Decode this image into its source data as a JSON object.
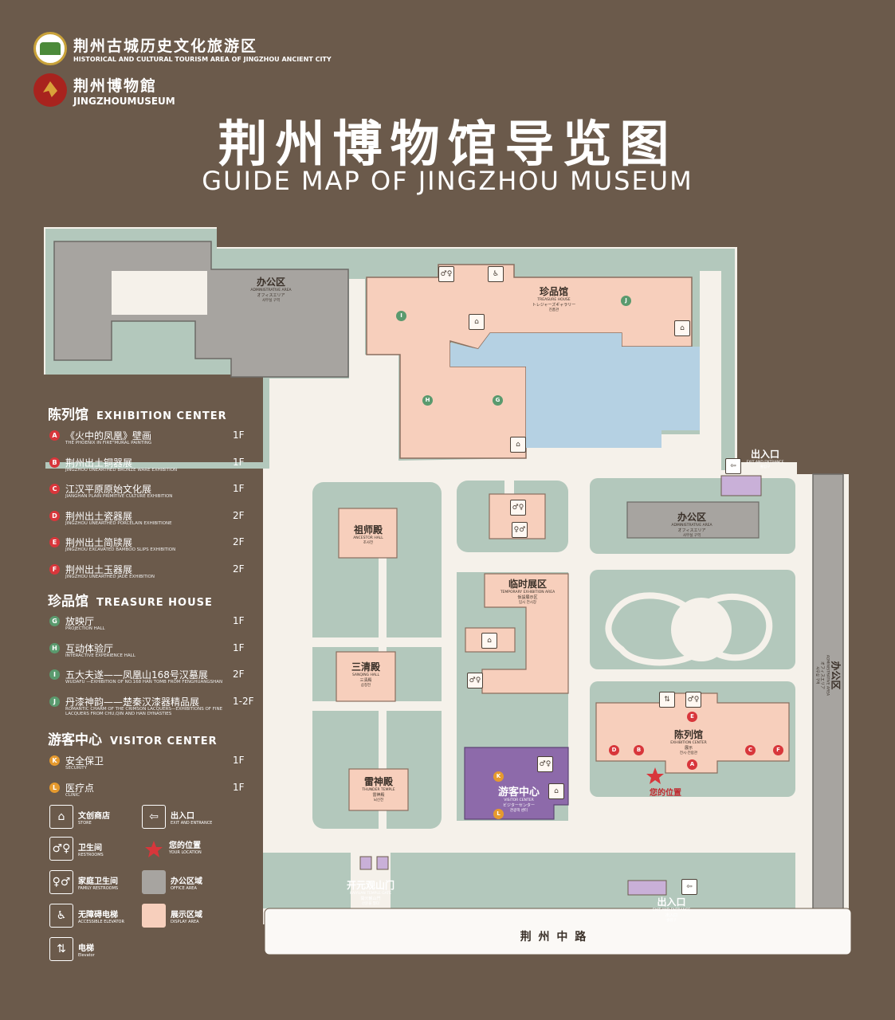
{
  "header": {
    "logo1": {
      "cn": "荆州古城历史文化旅游区",
      "en": "HISTORICAL AND CULTURAL TOURISM AREA OF JINGZHOU ANCIENT CITY"
    },
    "logo2": {
      "cn": "荆州博物館",
      "en": "JINGZHOUMUSEUM"
    },
    "title_cn": "荆州博物馆导览图",
    "title_en": "GUIDE MAP OF JINGZHOU MUSEUM"
  },
  "legend": {
    "exhibition": {
      "cn": "陈列馆",
      "en": "EXHIBITION CENTER",
      "items": [
        {
          "badge": "A",
          "cn": "《火中的凤凰》壁画",
          "en": "THE PHOENIX IN FIRE\"MURAL PAINTING",
          "floor": "1F"
        },
        {
          "badge": "B",
          "cn": "荆州出土铜器展",
          "en": "JINGZHOU UNEARTHED BRONZE WARE EXHIBITION",
          "floor": "1F"
        },
        {
          "badge": "C",
          "cn": "江汉平原原始文化展",
          "en": "JIANGHAN PLAIN PRIMITIVE CULTURE EXHIBITION",
          "floor": "1F"
        },
        {
          "badge": "D",
          "cn": "荆州出土瓷器展",
          "en": "JINGZHOU UNEARTHED PORCELAIN EXHIBITIONE",
          "floor": "2F"
        },
        {
          "badge": "E",
          "cn": "荆州出土简牍展",
          "en": "JINGZHOU EXCAVATED BAMBOO SLIPS EXHIBITION",
          "floor": "2F"
        },
        {
          "badge": "F",
          "cn": "荆州出土玉器展",
          "en": "JINGZHOU UNEARTHED JADE EXHIBITION",
          "floor": "2F"
        }
      ]
    },
    "treasure": {
      "cn": "珍品馆",
      "en": "TREASURE HOUSE",
      "items": [
        {
          "badge": "G",
          "cn": "放映厅",
          "en": "PROJECTION HALL",
          "floor": "1F"
        },
        {
          "badge": "H",
          "cn": "互动体验厅",
          "en": "INTERACTIVE EXPERIENCE HALL",
          "floor": "1F"
        },
        {
          "badge": "I",
          "cn": "五大夫遂——凤凰山168号汉墓展",
          "en": "WUDAFU —EXHIBITION OF NO.168 HAN TOMB FROM FENGHUANGSHAN",
          "floor": "2F"
        },
        {
          "badge": "J",
          "cn": "丹漆神韵——楚秦汉漆器精品展",
          "en": "ROMANTIC CHARM OF THE CRIMSON LACQUERS—EXHIBITIONS OF FINE LACQUERS FROM CHU,QIN AND HAN DYNASTIES",
          "floor": "1-2F"
        }
      ]
    },
    "visitor": {
      "cn": "游客中心",
      "en": "VISITOR CENTER",
      "items": [
        {
          "badge": "K",
          "cn": "安全保卫",
          "en": "SECURITY",
          "floor": "1F"
        },
        {
          "badge": "L",
          "cn": "医疗点",
          "en": "CLINIC",
          "floor": "1F"
        }
      ]
    },
    "keys": [
      {
        "cn": "文创商店",
        "en": "STORE"
      },
      {
        "cn": "出入口",
        "en": "EXIT AND ENTRANCE"
      },
      {
        "cn": "卫生间",
        "en": "RESTROOMS"
      },
      {
        "cn": "您的位置",
        "en": "YOUR LOCATION"
      },
      {
        "cn": "家庭卫生间",
        "en": "FAMILY RESTROOMS"
      },
      {
        "cn": "办公区域",
        "en": "OFFICE AREA"
      },
      {
        "cn": "无障碍电梯",
        "en": "ACCESSIBLE ELEVATOR"
      },
      {
        "cn": "展示区域",
        "en": "DISPLAY AREA"
      },
      {
        "cn": "电梯",
        "en": "Elevator"
      }
    ]
  },
  "map": {
    "office_nw": {
      "cn": "办公区",
      "en": "ADMINISTRATIVE AREA",
      "jp": "オフィスエリア",
      "kr": "사무실 구역"
    },
    "treasure_house": {
      "cn": "珍品馆",
      "en": "TREASURE HOUSE",
      "jp": "トレジャーズギャラリー",
      "kr": "진품관"
    },
    "entrance_east": {
      "cn": "出入口",
      "en": "EXIT AND ENTRANCE",
      "sub": "출입구"
    },
    "office_mid": {
      "cn": "办公区",
      "en": "ADMINISTRATIVE AREA",
      "jp": "オフィスエリア",
      "kr": "사무실 구역"
    },
    "office_east": {
      "cn": "办公区",
      "en": "ADMINISTRATIVE AREA",
      "jp": "オフィスエリア",
      "kr": "사무실 구역"
    },
    "ancestor": {
      "cn": "祖师殿",
      "en": "ANCESTOR HALL",
      "sub": "조사전"
    },
    "temporary": {
      "cn": "临时展区",
      "en": "TEMPORARY EXHIBITION AREA",
      "jp": "仮設展示区",
      "kr": "임시 전시장"
    },
    "sanqing": {
      "cn": "三清殿",
      "en": "SANQING HALL",
      "jp": "三清殿",
      "kr": "삼청전"
    },
    "thunder": {
      "cn": "雷神殿",
      "en": "THUNDER TEMPLE",
      "jp": "雷神殿",
      "kr": "뇌신전"
    },
    "visitor_center": {
      "cn": "游客中心",
      "en": "VISITOR CENTER",
      "jp": "ビジターセンター",
      "kr": "관광객 센터"
    },
    "exhibition_center": {
      "cn": "陈列馆",
      "en": "EXHIBITION CENTER",
      "jp": "展示",
      "kr": "전시·전람관"
    },
    "your_location": "您的位置",
    "gate": {
      "cn": "开元观山门",
      "en": "KAIYUAN TEMPLE GATE",
      "jp": "開元観山門",
      "kr": "산문을 열다"
    },
    "entrance_south": {
      "cn": "出入口",
      "en": "EXIT AND ENTRANCE",
      "jp": "出入口",
      "kr": "출입구"
    },
    "road": "荆 州 中 路"
  },
  "colors": {
    "background": "#6b5a4b",
    "green": "#b3c8bc",
    "office": "#a7a4a0",
    "display": "#f7cfbc",
    "visitor": "#8d6aaa",
    "water": "#b5d1e3",
    "marker_red": "#d8363b",
    "marker_green": "#5a9a6e",
    "marker_orange": "#e69a2e"
  }
}
